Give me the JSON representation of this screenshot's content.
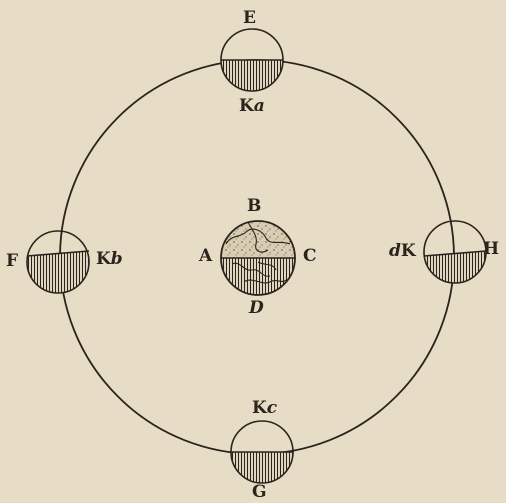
{
  "diagram": {
    "colors": {
      "paper": "#e7dcc5",
      "ink": "#2a241d"
    },
    "labels": {
      "top": "E",
      "top_k": "K",
      "top_k_sub": "a",
      "left": "F",
      "left_k": "K",
      "left_k_sub": "b",
      "right": "H",
      "right_k": "K",
      "right_k_sub": "d",
      "bottom": "G",
      "bottom_k": "K",
      "bottom_k_sub": "c",
      "earth_top": "B",
      "earth_left": "A",
      "earth_right": "C",
      "earth_bottom": "D"
    }
  }
}
